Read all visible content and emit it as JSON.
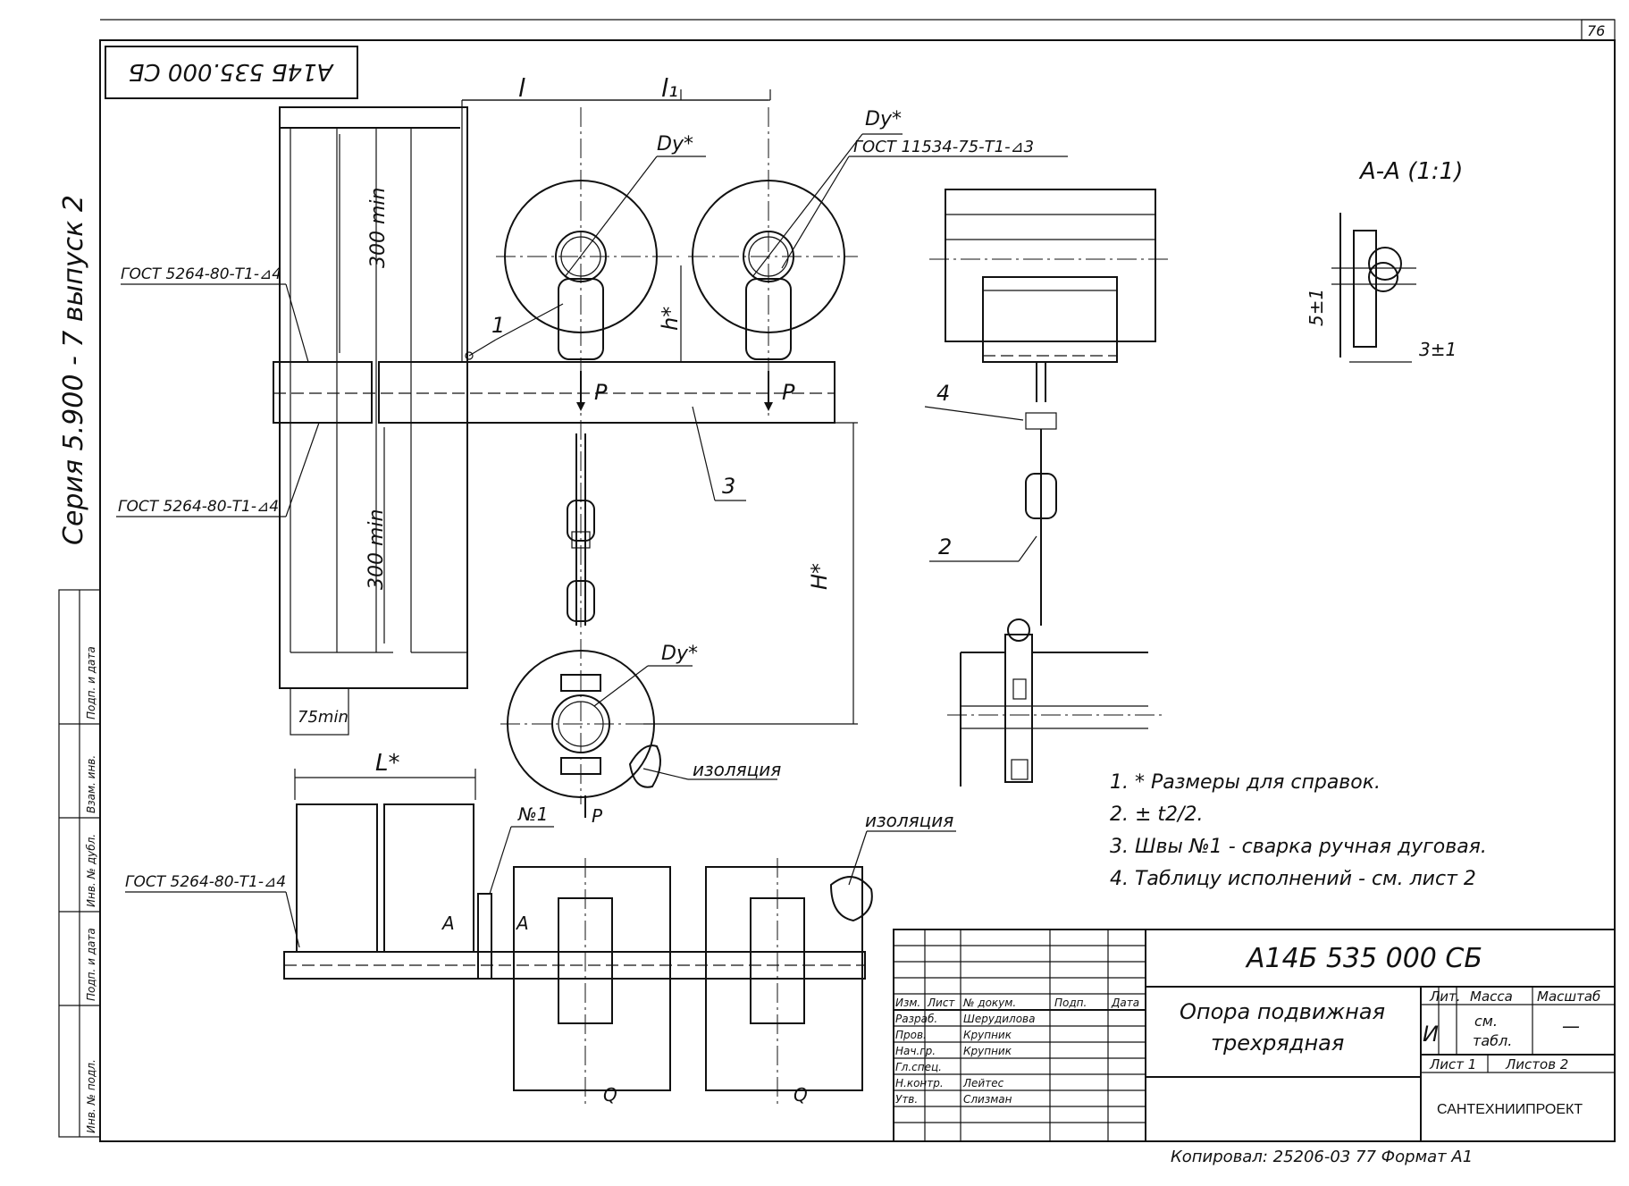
{
  "sheet": {
    "page_number": "76",
    "side_title": "Серия 5.900 - 7 выпуск 2",
    "code_box": "А14Б 535.000 СБ",
    "bottom_note": "Копировал: 25206-03 77 Формат А1"
  },
  "left_strip": {
    "labels": [
      "Подп. и дата",
      "Взам. инв.",
      "Инв. № дубл.",
      "Подп. и дата",
      "Инв. № подл."
    ]
  },
  "dimensions": {
    "l": "l",
    "l1": "l₁",
    "dy_1": "Dу*",
    "dy_2": "Dу*",
    "dy_3": "Dу*",
    "h": "h*",
    "H": "H*",
    "min_300_top": "300 min",
    "min_300_bottom": "300 min",
    "min_75": "75min",
    "L": "L*",
    "p1": "P",
    "p2": "P",
    "p3": "P",
    "q1": "Q",
    "q2": "Q",
    "s1": "5±1",
    "s2": "3±1",
    "a1": "А",
    "a2": "А"
  },
  "callouts": {
    "gost_1": "ГОСТ 5264-80-Т1-⊿4",
    "gost_2": "ГОСТ 5264-80-Т1-⊿4",
    "gost_3": "ГОСТ 11534-75-Т1-⊿3",
    "gost_4": "ГОСТ 5264-80-Т1-⊿4",
    "pos_1": "1",
    "pos_2": "2",
    "pos_3": "3",
    "pos_4": "4",
    "insulation_1": "изоляция",
    "insulation_2": "изоляция",
    "weld_no": "№1"
  },
  "section": {
    "title": "А-А (1:1)"
  },
  "notes": [
    "1. * Размеры для справок.",
    "2. ± t2/2.",
    "3. Швы №1 - сварка ручная дуговая.",
    "4. Таблицу исполнений - см. лист 2"
  ],
  "title_block": {
    "doc_code": "А14Б 535 000 СБ",
    "name_line1": "Опора подвижная",
    "name_line2": "трехрядная",
    "col_lit": "Лит.",
    "col_mass": "Масса",
    "col_scale": "Масштаб",
    "lit_value": "И",
    "mass_value_1": "см.",
    "mass_value_2": "табл.",
    "scale_value": "—",
    "sheet_label": "Лист 1",
    "sheets_label": "Листов 2",
    "org": "САНТЕХНИИПРОЕКТ",
    "header_row": [
      "Изм.",
      "Лист",
      "№ докум.",
      "Подп.",
      "Дата"
    ],
    "rows": [
      {
        "role": "Разраб.",
        "name": "Шерудилова"
      },
      {
        "role": "Пров.",
        "name": "Крупник"
      },
      {
        "role": "Нач.гр.",
        "name": "Крупник"
      },
      {
        "role": "Гл.спец.",
        "name": ""
      },
      {
        "role": "Н.контр.",
        "name": "Лейтес"
      },
      {
        "role": "Утв.",
        "name": "Слизман"
      }
    ]
  }
}
